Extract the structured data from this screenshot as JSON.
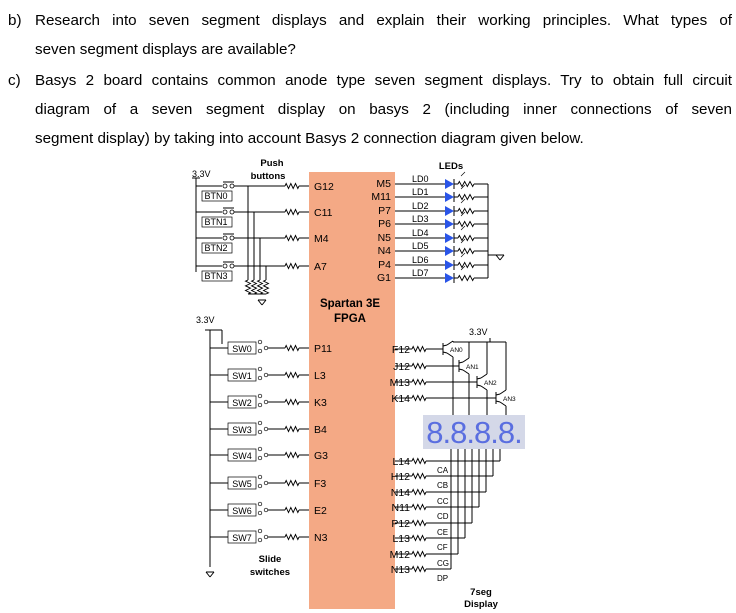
{
  "questions": [
    {
      "label": "b)",
      "lines": [
        "Research into seven segment displays and explain their working principles. What types of",
        "seven segment displays are available?"
      ]
    },
    {
      "label": "c)",
      "lines": [
        "Basys 2 board contains common anode type seven segment displays. Try to obtain full circuit",
        "diagram of a seven segment display on basys 2 (including inner connections of seven",
        "segment display) by taking into account Basys 2 connection diagram given below."
      ]
    }
  ],
  "diagram": {
    "fpga_label": [
      "Spartan 3E",
      "FPGA"
    ],
    "push_buttons_title": [
      "Push",
      "buttons"
    ],
    "slide_switches_title": [
      "Slide",
      "switches"
    ],
    "leds_title": "LEDs",
    "display_title": [
      "7seg",
      "Display"
    ],
    "supply_labels": [
      "3.3V",
      "3.3V",
      "3.3V"
    ],
    "buttons": [
      {
        "name": "BTN0",
        "pin": "G12"
      },
      {
        "name": "BTN1",
        "pin": "C11"
      },
      {
        "name": "BTN2",
        "pin": "M4"
      },
      {
        "name": "BTN3",
        "pin": "A7"
      }
    ],
    "switches": [
      {
        "name": "SW0",
        "pin": "P11"
      },
      {
        "name": "SW1",
        "pin": "L3"
      },
      {
        "name": "SW2",
        "pin": "K3"
      },
      {
        "name": "SW3",
        "pin": "B4"
      },
      {
        "name": "SW4",
        "pin": "G3"
      },
      {
        "name": "SW5",
        "pin": "F3"
      },
      {
        "name": "SW6",
        "pin": "E2"
      },
      {
        "name": "SW7",
        "pin": "N3"
      }
    ],
    "leds": [
      {
        "name": "LD0",
        "pin": "M5"
      },
      {
        "name": "LD1",
        "pin": "M11"
      },
      {
        "name": "LD2",
        "pin": "P7"
      },
      {
        "name": "LD3",
        "pin": "P6"
      },
      {
        "name": "LD4",
        "pin": "N5"
      },
      {
        "name": "LD5",
        "pin": "N4"
      },
      {
        "name": "LD6",
        "pin": "P4"
      },
      {
        "name": "LD7",
        "pin": "G1"
      }
    ],
    "anodes": [
      {
        "name": "AN0",
        "pin": "F12"
      },
      {
        "name": "AN1",
        "pin": "J12"
      },
      {
        "name": "AN2",
        "pin": "M13"
      },
      {
        "name": "AN3",
        "pin": "K14"
      }
    ],
    "segments": [
      {
        "name": "CA",
        "pin": "L14"
      },
      {
        "name": "CB",
        "pin": "H12"
      },
      {
        "name": "CC",
        "pin": "N14"
      },
      {
        "name": "CD",
        "pin": "N11"
      },
      {
        "name": "CE",
        "pin": "P12"
      },
      {
        "name": "CF",
        "pin": "L13"
      },
      {
        "name": "CG",
        "pin": "M12"
      },
      {
        "name": "DP",
        "pin": "N13"
      }
    ],
    "display_digits": "8.8.8.8.",
    "colors": {
      "fpga": "#f4a985",
      "display_bg": "#d4d8e8",
      "display_digit": "#5a6ee0",
      "led": "#2a55e8"
    }
  }
}
